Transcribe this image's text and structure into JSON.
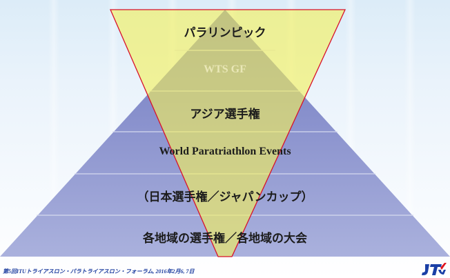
{
  "levels": [
    "パラリンピック",
    "WTS GF",
    "アジア選手権",
    "World Paratriathlon Events",
    "（日本選手権／ジャパンカップ）",
    "各地域の選手権／各地域の大会"
  ],
  "footer": "第5回ITUトライアスロン・パラトライアスロン・フォーラム, 2016年2月6, 7日",
  "colors": {
    "pyramid_top": "#7e86c8",
    "pyramid_bottom": "#a9b0dc",
    "funnel_fill": "#f3f05a",
    "funnel_stroke": "#d8102a",
    "logo_blue": "#1a3fa6",
    "logo_red": "#e0141e"
  },
  "logo": {
    "icon": "jtu-logo-icon"
  }
}
